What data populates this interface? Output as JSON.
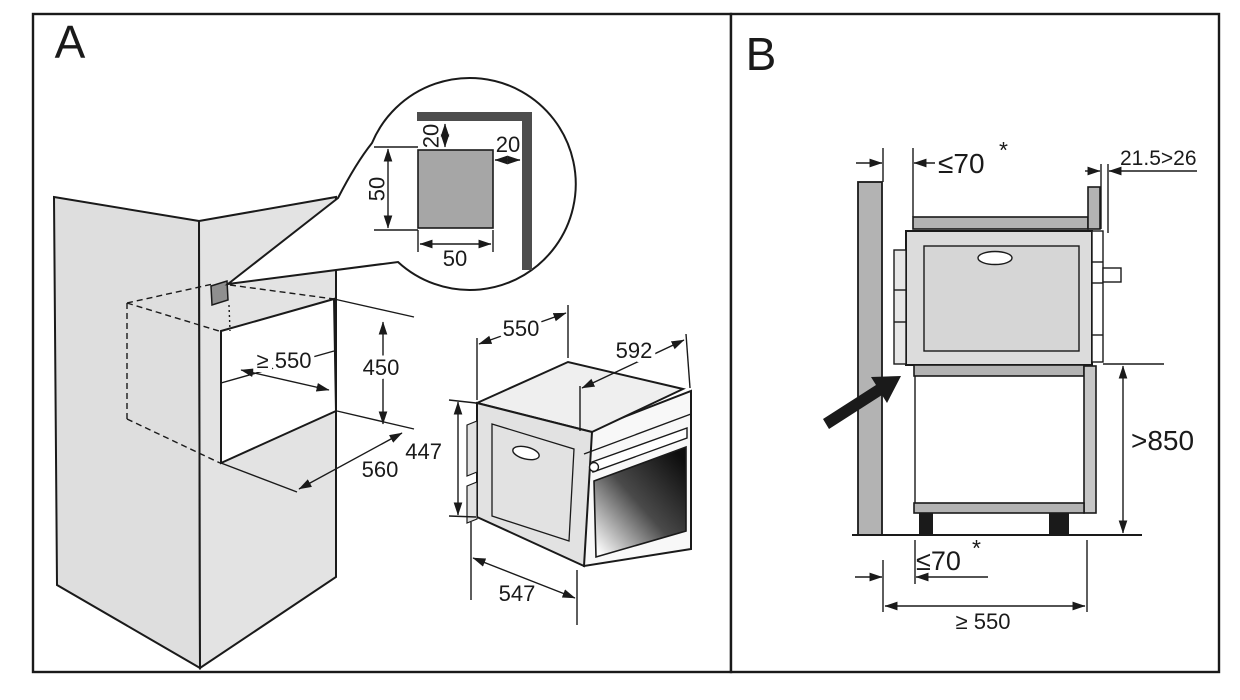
{
  "panel_a": {
    "label": "A",
    "detail": {
      "inset_top": "20",
      "inset_side": "20",
      "hole_height": "50",
      "hole_width": "50"
    },
    "niche": {
      "depth_min": "≥ 550",
      "height": "450",
      "width": "560"
    },
    "oven": {
      "top_depth": "550",
      "front_width": "592",
      "height": "447",
      "bottom_depth": "547"
    }
  },
  "panel_b": {
    "label": "B",
    "top_clearance": "≤70",
    "top_clearance_note": "*",
    "rear_rail": "21.5>26",
    "worktop_height": ">850",
    "bottom_clearance": "≤70",
    "bottom_clearance_note": "*",
    "cabinet_depth": "≥ 550"
  }
}
